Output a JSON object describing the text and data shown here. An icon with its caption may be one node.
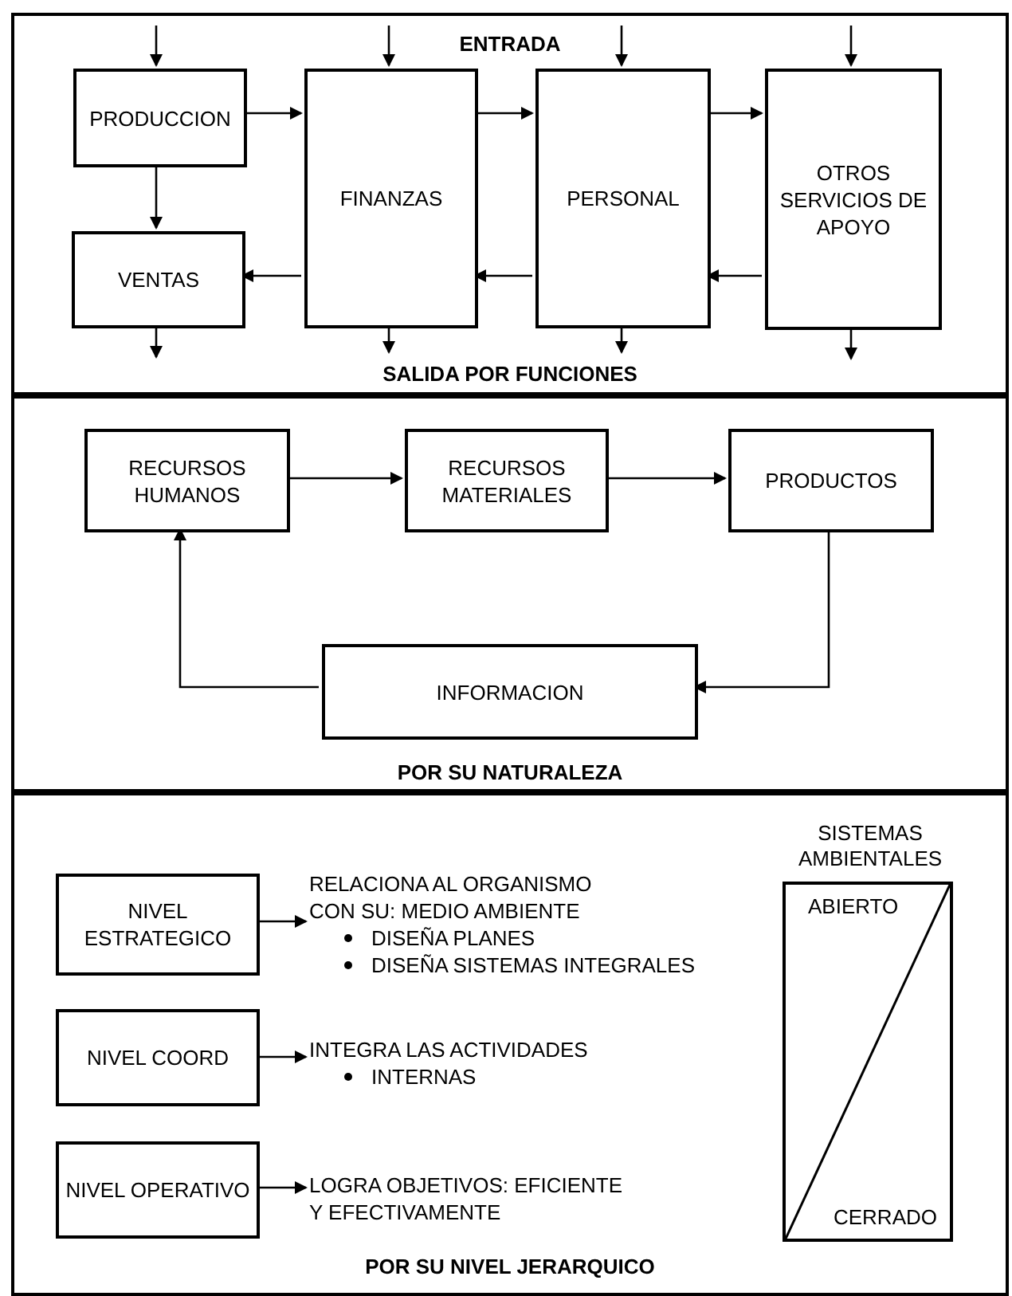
{
  "diagram": {
    "nodes": [
      {
        "text": [
          "ENTRADA",
          "SALIDA POR FUNCIONES"
        ]
      },
      {
        "text": [
          "PRODUCCION"
        ],
        "in": 0
      },
      {
        "text": [
          "FINANZAS"
        ],
        "in": 0
      },
      {
        "text": [
          "PERSONAL"
        ],
        "in": 0
      },
      {
        "text": [
          "OTROS SERVICIOS DE APOYO"
        ],
        "in": 0
      },
      {
        "text": [
          "VENTAS"
        ],
        "in": 0
      },
      {
        "text": [
          "POR SU NATURALEZA"
        ]
      },
      {
        "text": [
          "RECURSOS HUMANOS"
        ],
        "in": 6
      },
      {
        "text": [
          "RECURSOS MATERIALES"
        ],
        "in": 6
      },
      {
        "text": [
          "PRODUCTOS"
        ],
        "in": 6
      },
      {
        "text": [
          "INFORMACION"
        ],
        "in": 6
      },
      {
        "text": [
          "POR SU NIVEL JERARQUICO"
        ]
      },
      {
        "text": [
          "NIVEL ESTRATEGICO"
        ],
        "in": 11
      },
      {
        "text": [
          "RELACIONA AL ORGANISMO CON SU: MEDIO AMBIENTE",
          "DISEÑA PLANES",
          "DISEÑA SISTEMAS INTEGRALES"
        ],
        "in": 11
      },
      {
        "text": [
          "NIVEL COORD"
        ],
        "in": 11
      },
      {
        "text": [
          "INTEGRA LAS ACTIVIDADES",
          "INTERNAS"
        ],
        "in": 11
      },
      {
        "text": [
          "NIVEL OPERATIVO"
        ],
        "in": 11
      },
      {
        "text": [
          "LOGRA OBJETIVOS: EFICIENTE Y EFECTIVAMENTE"
        ],
        "in": 11
      },
      {
        "text": [
          "ABIERTO",
          "CERRADO"
        ],
        "in": 11,
        "beside": [
          "SISTEMAS AMBIENTALES"
        ]
      }
    ],
    "edges": [
      {
        "from": null,
        "to": 1,
        "arrow": "to"
      },
      {
        "from": null,
        "to": 2,
        "arrow": "to"
      },
      {
        "from": null,
        "to": 3,
        "arrow": "to"
      },
      {
        "from": null,
        "to": 4,
        "arrow": "to"
      },
      {
        "from": 1,
        "to": 2,
        "arrow": "to"
      },
      {
        "from": 2,
        "to": 3,
        "arrow": "to"
      },
      {
        "from": 3,
        "to": 4,
        "arrow": "to"
      },
      {
        "from": 1,
        "to": 5,
        "arrow": "to"
      },
      {
        "from": 4,
        "to": 3,
        "arrow": "to"
      },
      {
        "from": 3,
        "to": 2,
        "arrow": "to"
      },
      {
        "from": 2,
        "to": 5,
        "arrow": "to"
      },
      {
        "from": 5,
        "to": null,
        "arrow": "to"
      },
      {
        "from": 2,
        "to": null,
        "arrow": "to"
      },
      {
        "from": 3,
        "to": null,
        "arrow": "to"
      },
      {
        "from": 4,
        "to": null,
        "arrow": "to"
      },
      {
        "from": 7,
        "to": 8,
        "arrow": "to"
      },
      {
        "from": 8,
        "to": 9,
        "arrow": "to"
      },
      {
        "from": 9,
        "to": 10,
        "arrow": "to"
      },
      {
        "from": 10,
        "to": 7,
        "arrow": "to"
      },
      {
        "from": 12,
        "to": 13,
        "arrow": "to"
      },
      {
        "from": 14,
        "to": 15,
        "arrow": "to"
      },
      {
        "from": 16,
        "to": 17,
        "arrow": "to"
      }
    ]
  }
}
